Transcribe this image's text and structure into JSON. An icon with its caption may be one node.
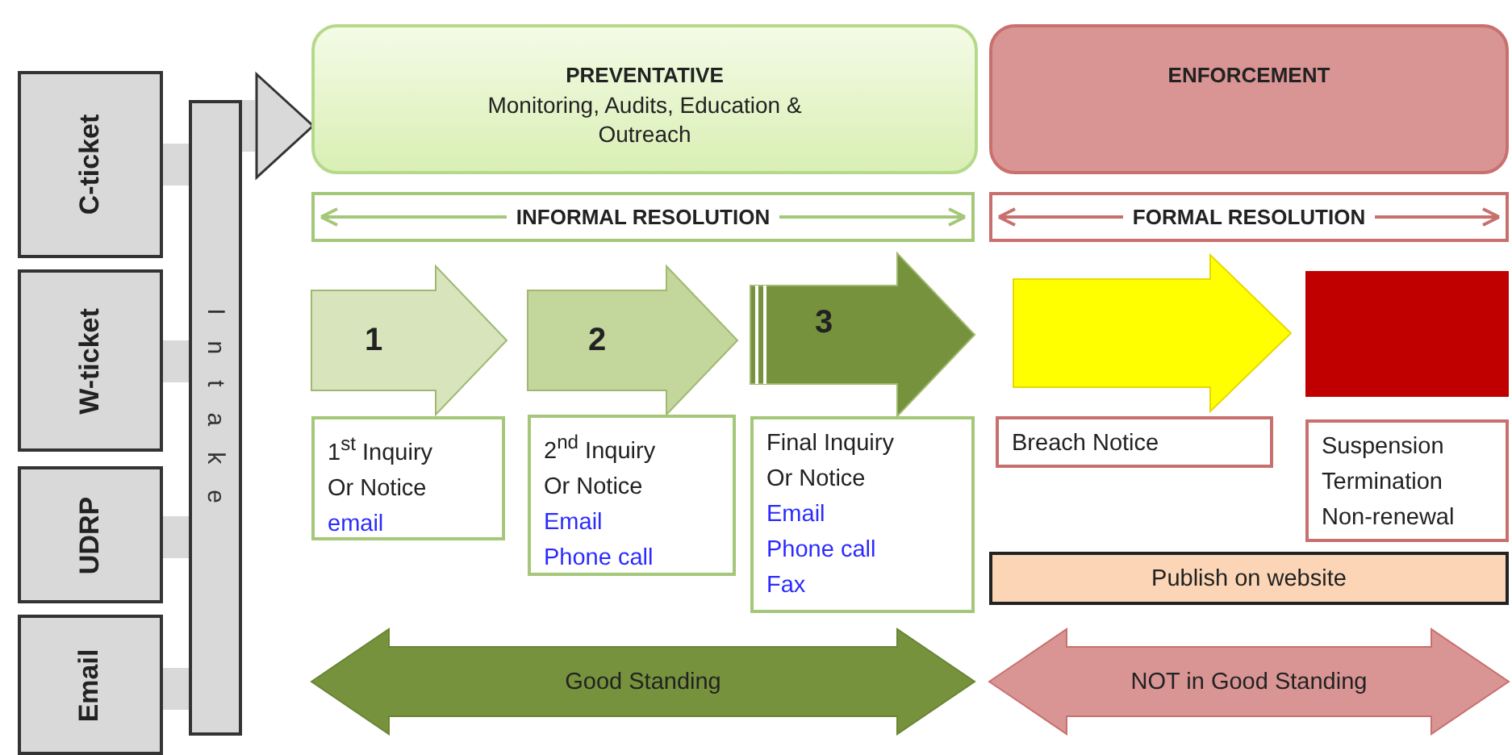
{
  "diagram": {
    "nodes": [
      {
        "text": [
          "C-ticket"
        ]
      },
      {
        "text": [
          "W-ticket"
        ]
      },
      {
        "text": [
          "UDRP"
        ]
      },
      {
        "text": [
          "Email"
        ]
      },
      {
        "text": [
          "Intake"
        ]
      },
      {
        "text": [
          "PREVENTATIVE",
          "Monitoring, Audits, Education & Outreach"
        ]
      },
      {
        "text": [
          "ENFORCEMENT"
        ]
      },
      {
        "text": [
          "INFORMAL RESOLUTION"
        ]
      },
      {
        "text": [
          "FORMAL RESOLUTION"
        ]
      },
      {
        "text": [
          "1"
        ]
      },
      {
        "text": [
          "2"
        ]
      },
      {
        "text": [
          "3"
        ]
      },
      {
        "text": [],
        "shape": "arrow"
      },
      {
        "text": [],
        "shape": "box"
      },
      {
        "text": [
          "1$^{st}$ Inquiry Or Notice",
          "email"
        ]
      },
      {
        "text": [
          "2$^{nd}$ Inquiry Or Notice",
          "Email",
          "Phone call"
        ]
      },
      {
        "text": [
          "Final Inquiry Or Notice",
          "Email",
          "Phone call",
          "Fax"
        ]
      },
      {
        "text": [
          "Breach Notice"
        ]
      },
      {
        "text": [
          "Suspension",
          "Termination",
          "Non-renewal"
        ]
      },
      {
        "text": [
          "Publish on website"
        ]
      },
      {
        "text": [
          "Good Standing"
        ]
      },
      {
        "text": [
          "NOT in Good Standing"
        ]
      }
    ],
    "edges": [
      {
        "from": 0,
        "to": 4,
        "arrow": "none"
      },
      {
        "from": 1,
        "to": 4,
        "arrow": "none"
      },
      {
        "from": 2,
        "to": 4,
        "arrow": "none"
      },
      {
        "from": 3,
        "to": 4,
        "arrow": "none"
      },
      {
        "from": 4,
        "to": 5,
        "arrow": "to"
      }
    ]
  }
}
